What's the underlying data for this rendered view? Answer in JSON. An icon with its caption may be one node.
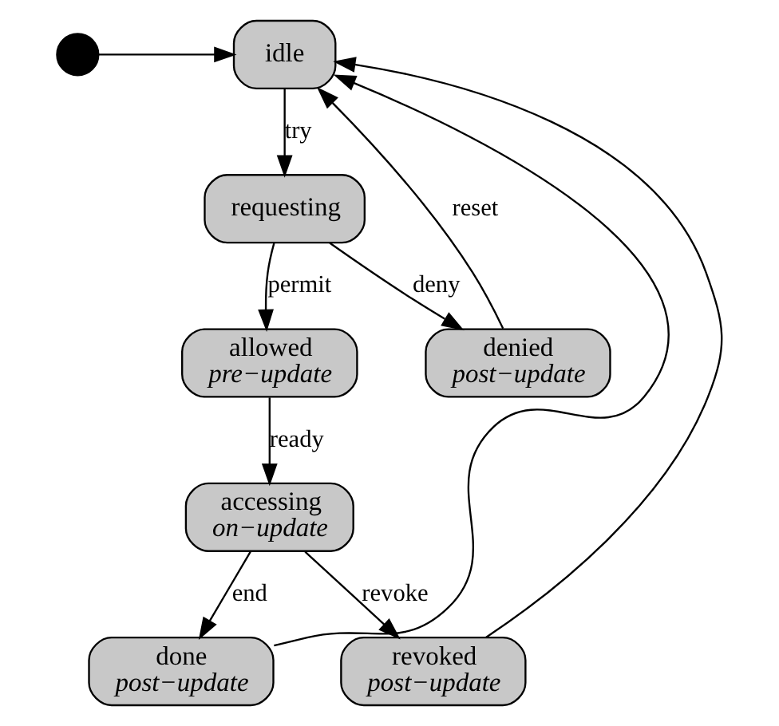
{
  "diagram": {
    "nodes": [
      {
        "text": [],
        "shape": "circle"
      },
      {
        "text": [
          "idle"
        ]
      },
      {
        "text": [
          "requesting"
        ]
      },
      {
        "text": [
          "allowed",
          "pre−update"
        ]
      },
      {
        "text": [
          "denied",
          "post−update"
        ]
      },
      {
        "text": [
          "accessing",
          "on−update"
        ]
      },
      {
        "text": [
          "done",
          "post−update"
        ]
      },
      {
        "text": [
          "revoked",
          "post−update"
        ]
      }
    ],
    "edges": [
      {
        "from": 0,
        "to": 1,
        "arrow": "to"
      },
      {
        "from": 1,
        "to": 2,
        "arrow": "to",
        "label": "try"
      },
      {
        "from": 2,
        "to": 3,
        "arrow": "to",
        "label": "permit"
      },
      {
        "from": 2,
        "to": 4,
        "arrow": "to",
        "label": "deny"
      },
      {
        "from": 3,
        "to": 5,
        "arrow": "to",
        "label": "ready"
      },
      {
        "from": 5,
        "to": 6,
        "arrow": "to",
        "label": "end"
      },
      {
        "from": 5,
        "to": 7,
        "arrow": "to",
        "label": "revoke"
      },
      {
        "from": 4,
        "to": 1,
        "arrow": "to",
        "label": "reset"
      },
      {
        "from": 6,
        "to": 1,
        "arrow": "to"
      },
      {
        "from": 7,
        "to": 1,
        "arrow": "to"
      }
    ]
  }
}
